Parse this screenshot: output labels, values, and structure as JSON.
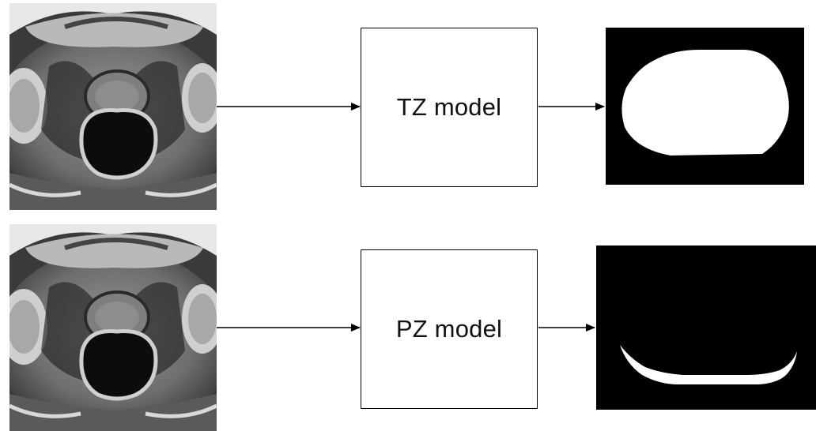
{
  "rows": [
    {
      "id": "tz",
      "input_image": "prostate-mri-slice",
      "model_label": "TZ model",
      "output_image": "transition-zone-mask"
    },
    {
      "id": "pz",
      "input_image": "prostate-mri-slice",
      "model_label": "PZ model",
      "output_image": "peripheral-zone-mask"
    }
  ],
  "colors": {
    "line": "#000000",
    "mask_background": "#000000",
    "mask_foreground": "#ffffff",
    "box_border": "#000000"
  }
}
